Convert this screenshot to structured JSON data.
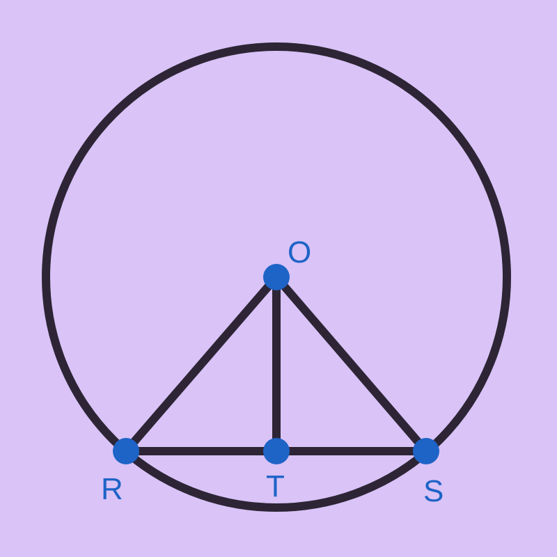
{
  "diagram": {
    "colors": {
      "background": "#d9c3f7",
      "stroke": "#2d2535",
      "point": "#1e63c6",
      "label": "#1e63c6"
    },
    "points": {
      "O": "O",
      "R": "R",
      "T": "T",
      "S": "S"
    }
  }
}
